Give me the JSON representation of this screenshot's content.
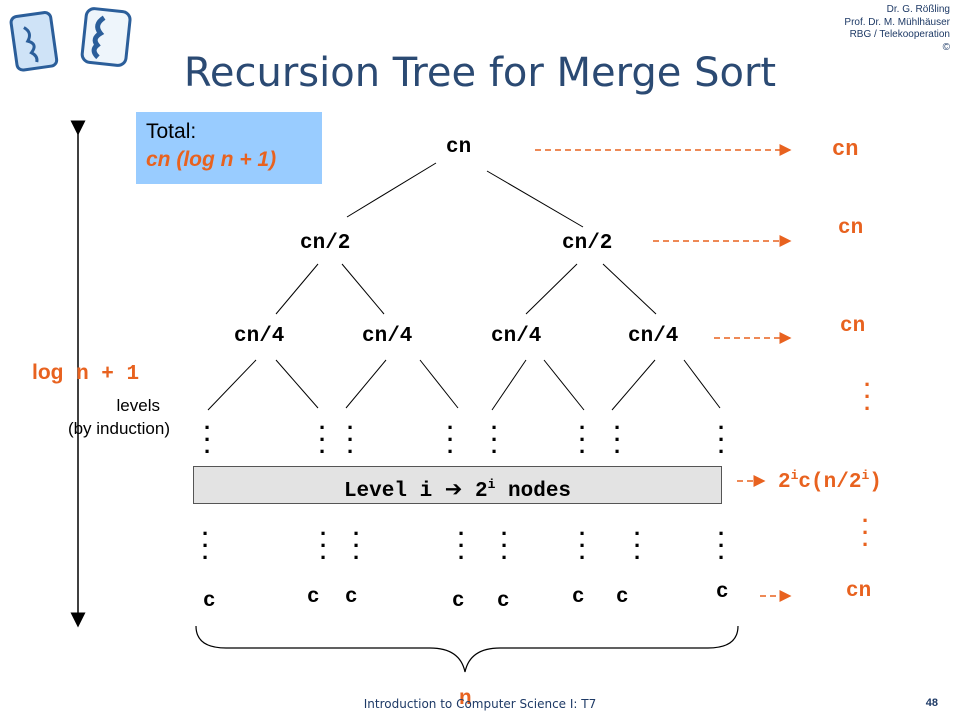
{
  "header": {
    "title": "Recursion Tree for Merge Sort",
    "author_lines": [
      "Dr. G. Rößling",
      "Prof. Dr. M. Mühlhäuser",
      "RBG / Telekooperation",
      "©"
    ]
  },
  "total_box": {
    "label": "Total:",
    "value": "cn (log n + 1)"
  },
  "tree": {
    "root": "cn",
    "level1": [
      "cn/2",
      "cn/2"
    ],
    "level2": [
      "cn/4",
      "cn/4",
      "cn/4",
      "cn/4"
    ],
    "level_box": {
      "prefix": "Level i ",
      "arrow": "",
      "base": " 2",
      "exp": "i",
      "suffix": " nodes"
    },
    "leaves": [
      "c",
      "c",
      "c",
      "c",
      "c",
      "c",
      "c",
      "c"
    ],
    "bottom_label": "n"
  },
  "left_annotation": {
    "formula_log": "log",
    "formula_rest": " n + 1",
    "line1": "levels",
    "line2": "(by induction)"
  },
  "right_costs": {
    "row0": "cn",
    "row1": "cn",
    "row2": "cn",
    "row_level_base": "2",
    "row_level_exp": "i",
    "row_level_mid": "c(n/2",
    "row_level_exp2": "i",
    "row_level_end": ")",
    "row_last": "cn"
  },
  "footer": {
    "course": "Introduction to Computer Science I: T7",
    "page": "48"
  },
  "colors": {
    "accent": "#e8621f",
    "box": "#99ccff",
    "title": "#2b4a73"
  }
}
